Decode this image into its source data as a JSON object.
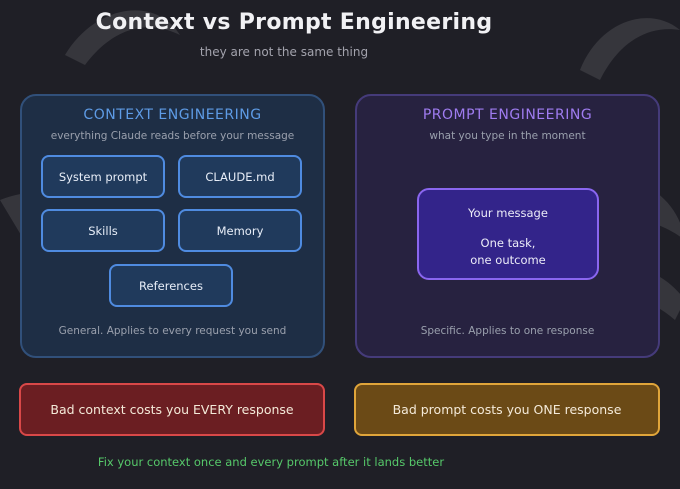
{
  "header": {
    "title": "Context vs Prompt Engineering",
    "subtitle": "they are not the same thing"
  },
  "context_panel": {
    "title": "CONTEXT ENGINEERING",
    "subtitle": "everything Claude reads before your message",
    "items": [
      "System prompt",
      "CLAUDE.md",
      "Skills",
      "Memory",
      "References"
    ],
    "footer": "General. Applies to every request you send"
  },
  "prompt_panel": {
    "title": "PROMPT ENGINEERING",
    "subtitle": "what you type in the moment",
    "message_box": {
      "line1": "Your message",
      "line2": "One task,",
      "line3": "one outcome"
    },
    "footer": "Specific. Applies to one response"
  },
  "banners": {
    "left": "Bad context costs you EVERY response",
    "right": "Bad prompt costs you ONE response"
  },
  "footer_note": "Fix your context once and every prompt after it lands better",
  "colors": {
    "background": "#1f1f26",
    "context_accent": "#4f8be0",
    "prompt_accent": "#8a66f0",
    "bad_context": "#d94848",
    "bad_prompt": "#e0a53a",
    "note": "#56c86a"
  }
}
